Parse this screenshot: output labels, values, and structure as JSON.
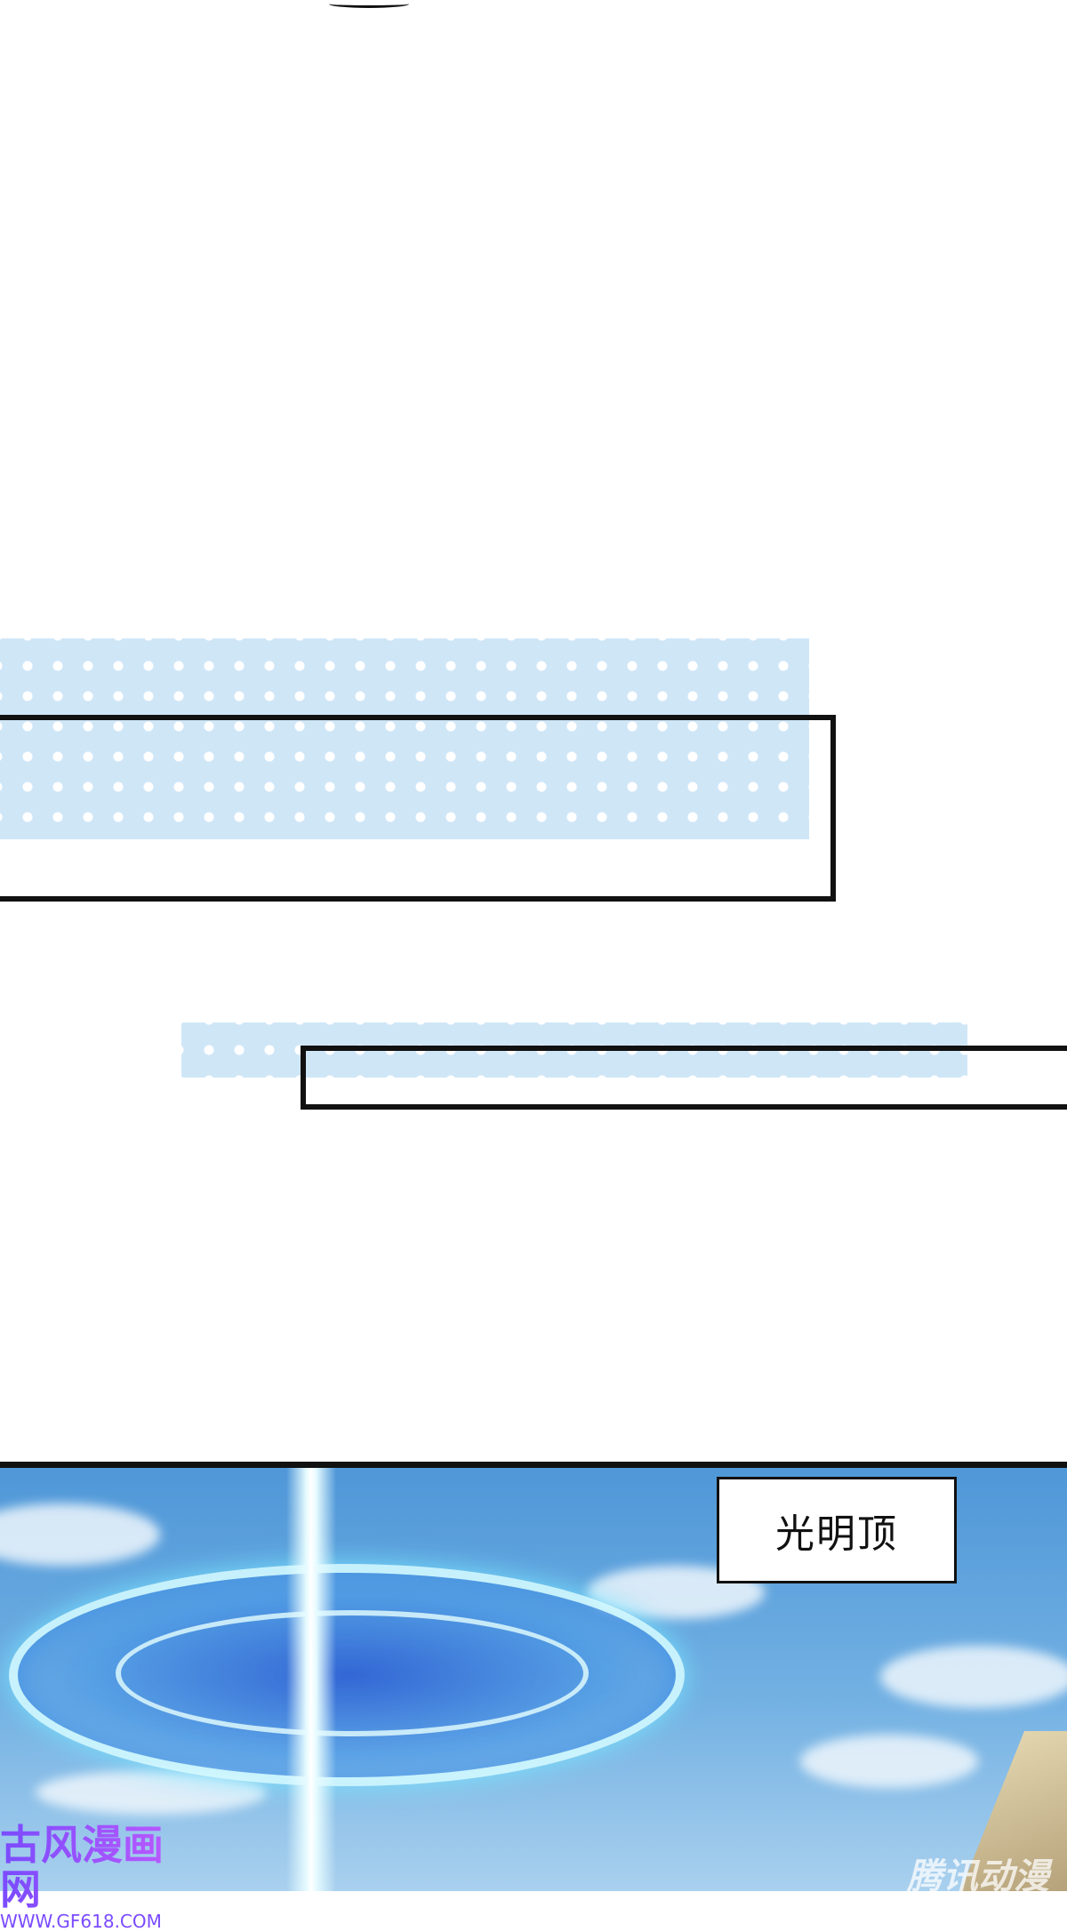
{
  "panel": {
    "location_caption": "光明顶"
  },
  "watermarks": {
    "left_logo": "古风漫画网",
    "left_url": "WWW.GF618.COM",
    "right_logo": "腾讯动漫"
  },
  "colors": {
    "band": "#cfe6f7",
    "frame": "#111111",
    "sky": "#4f97d8"
  }
}
